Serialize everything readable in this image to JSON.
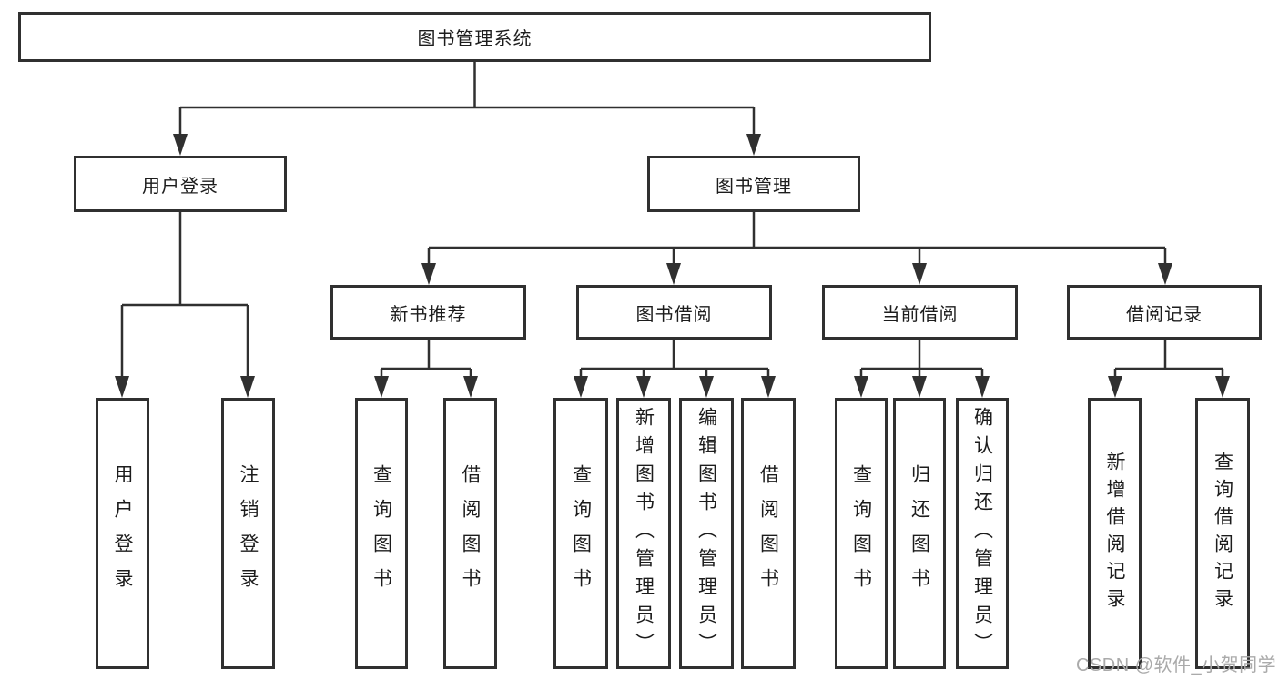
{
  "colors": {
    "line": "#303030",
    "text": "#1c1c1c",
    "background": "#ffffff",
    "watermark": "#aaaaaa"
  },
  "watermark": {
    "text": "CSDN @软件_小贺同学"
  },
  "tree": {
    "root": {
      "label": "图书管理系统"
    },
    "level2": [
      {
        "id": "user-login",
        "label": "用户登录"
      },
      {
        "id": "book-management",
        "label": "图书管理"
      }
    ],
    "level3": [
      {
        "id": "new-book-recommend",
        "label": "新书推荐"
      },
      {
        "id": "book-borrowing",
        "label": "图书借阅"
      },
      {
        "id": "current-borrowing",
        "label": "当前借阅"
      },
      {
        "id": "borrow-records",
        "label": "借阅记录"
      }
    ],
    "leaf_groups": [
      {
        "parent": "用户登录",
        "items": [
          {
            "label": "用户登录"
          },
          {
            "label": "注销登录"
          }
        ]
      },
      {
        "parent": "新书推荐",
        "items": [
          {
            "label": "查询图书"
          },
          {
            "label": "借阅图书"
          }
        ]
      },
      {
        "parent": "图书借阅",
        "items": [
          {
            "label": "查询图书"
          },
          {
            "label": "新增图书（管理员）"
          },
          {
            "label": "编辑图书（管理员）"
          },
          {
            "label": "借阅图书"
          }
        ]
      },
      {
        "parent": "当前借阅",
        "items": [
          {
            "label": "查询图书"
          },
          {
            "label": "归还图书"
          },
          {
            "label": "确认归还（管理员）"
          }
        ]
      },
      {
        "parent": "借阅记录",
        "items": [
          {
            "label": "新增借阅记录"
          },
          {
            "label": "查询借阅记录"
          }
        ]
      }
    ]
  }
}
